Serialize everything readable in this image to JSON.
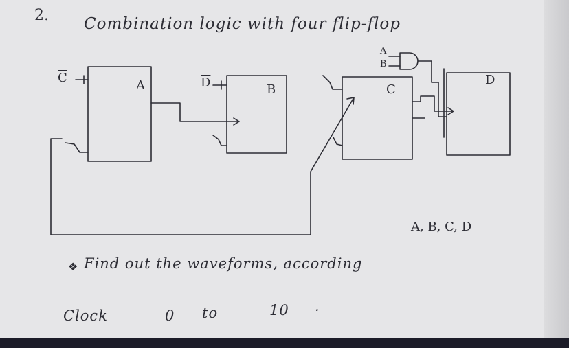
{
  "problem": {
    "number": "2.",
    "title": "Combination logic with four flip-flop"
  },
  "circuit": {
    "gate_inputs": [
      "A",
      "B"
    ],
    "input_c_bar": "C",
    "input_d_bar": "D",
    "flip_flops": [
      {
        "name": "A"
      },
      {
        "name": "B"
      },
      {
        "name": "C"
      },
      {
        "name": "D"
      }
    ]
  },
  "question": {
    "line1": "Find out the waveforms, according",
    "annotation": "A, B, C, D",
    "clock_word": "Clock",
    "from": "0",
    "to_word": "to",
    "to": "10"
  },
  "colors": {
    "ink": "#2d2d35",
    "paper": "#e6e6e8",
    "background": "#1f1f2b"
  }
}
